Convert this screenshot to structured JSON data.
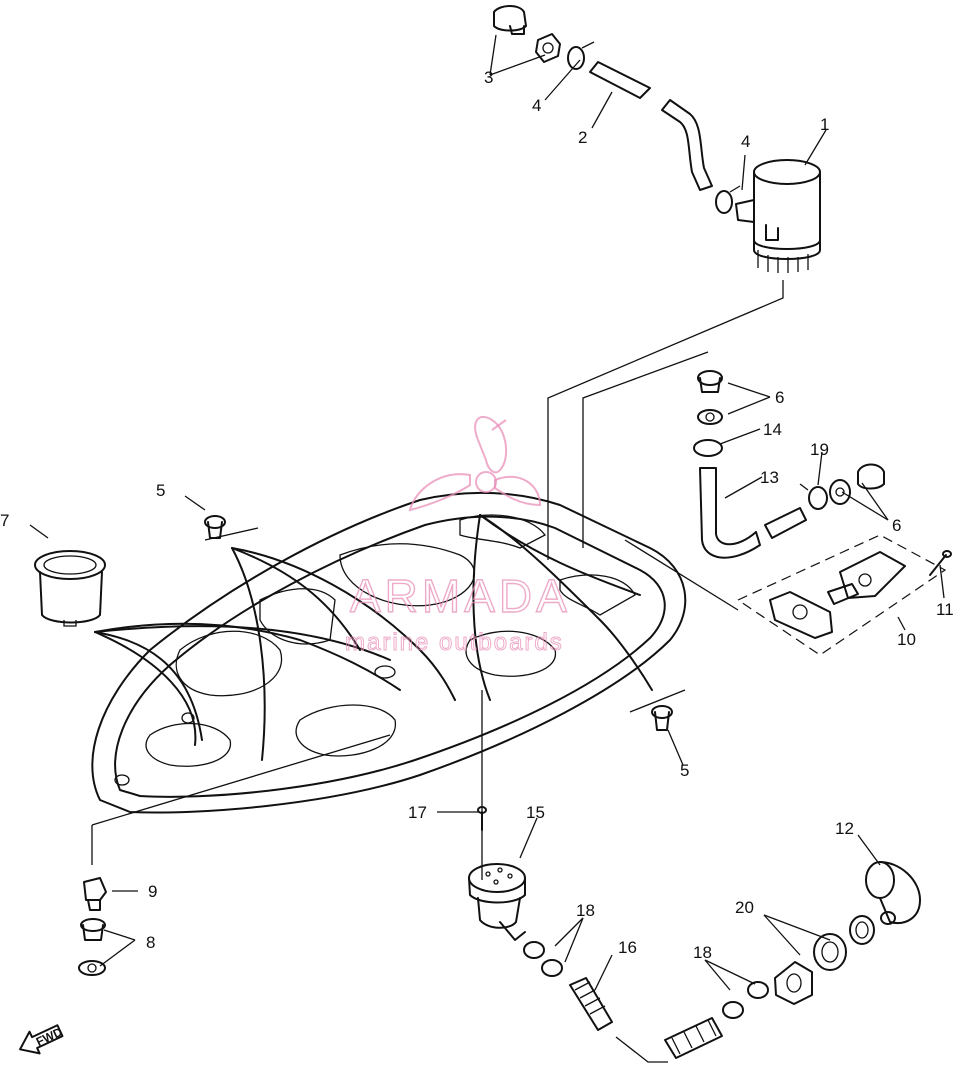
{
  "callouts": [
    "1",
    "2",
    "3",
    "4",
    "4",
    "5",
    "5",
    "6",
    "6",
    "7",
    "8",
    "9",
    "10",
    "11",
    "12",
    "13",
    "14",
    "15",
    "16",
    "17",
    "18",
    "18",
    "19",
    "20"
  ],
  "watermark": {
    "brand": "ARMADA",
    "tagline": "marine outboards",
    "color": "#e98fb8"
  },
  "fwd_label": "FWD"
}
